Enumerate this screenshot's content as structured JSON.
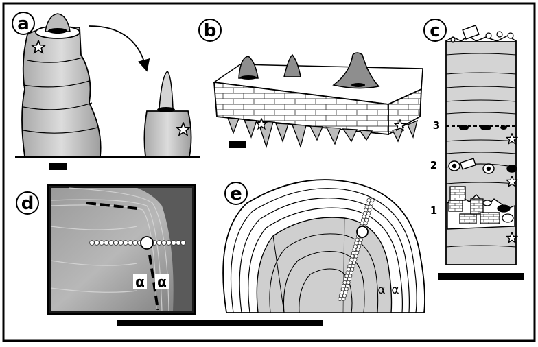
{
  "panels": {
    "a": {
      "label": "a"
    },
    "b": {
      "label": "b"
    },
    "c": {
      "label": "c",
      "layer_labels": [
        "3",
        "2",
        "1"
      ]
    },
    "d": {
      "label": "d",
      "alpha_left": "α",
      "alpha_right": "α"
    },
    "e": {
      "label": "e",
      "alpha_left": "α",
      "alpha_right": "α"
    }
  },
  "colors": {
    "ink": "#000000",
    "paper": "#ffffff",
    "fill_light": "#d4d4d4",
    "fill_mid": "#bdbdbd",
    "fill_dark": "#8e8e8e",
    "photo_bg": "#6f6f6f"
  },
  "icons": [
    "star-icon",
    "curved-arrow-icon",
    "scale-bar-icon"
  ]
}
